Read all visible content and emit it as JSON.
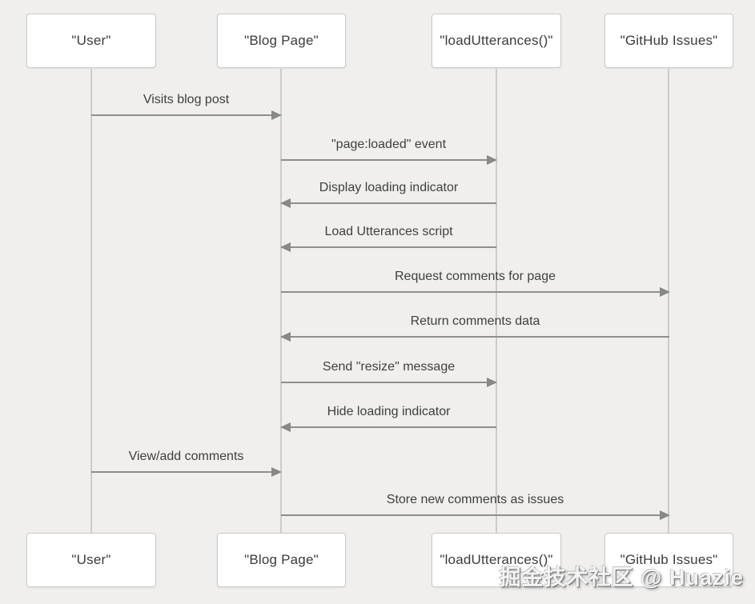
{
  "diagram": {
    "type": "sequence",
    "actors": [
      {
        "id": "user",
        "label": "\"User\""
      },
      {
        "id": "blog-page",
        "label": "\"Blog Page\""
      },
      {
        "id": "load-utterances",
        "label": "\"loadUtterances()\""
      },
      {
        "id": "github-issues",
        "label": "\"GitHub Issues\""
      }
    ],
    "messages": [
      {
        "from": "\"User\"",
        "to": "\"Blog Page\"",
        "direction": "right",
        "label": "Visits blog post"
      },
      {
        "from": "\"Blog Page\"",
        "to": "\"loadUtterances()\"",
        "direction": "right",
        "label": "\"page:loaded\" event"
      },
      {
        "from": "\"loadUtterances()\"",
        "to": "\"Blog Page\"",
        "direction": "left",
        "label": "Display loading indicator"
      },
      {
        "from": "\"loadUtterances()\"",
        "to": "\"Blog Page\"",
        "direction": "left",
        "label": "Load Utterances script"
      },
      {
        "from": "\"Blog Page\"",
        "to": "\"GitHub Issues\"",
        "direction": "right",
        "label": "Request comments for page"
      },
      {
        "from": "\"GitHub Issues\"",
        "to": "\"Blog Page\"",
        "direction": "left",
        "label": "Return comments data"
      },
      {
        "from": "\"Blog Page\"",
        "to": "\"loadUtterances()\"",
        "direction": "right",
        "label": "Send \"resize\" message"
      },
      {
        "from": "\"loadUtterances()\"",
        "to": "\"Blog Page\"",
        "direction": "left",
        "label": "Hide loading indicator"
      },
      {
        "from": "\"User\"",
        "to": "\"Blog Page\"",
        "direction": "right",
        "label": "View/add comments"
      },
      {
        "from": "\"Blog Page\"",
        "to": "\"GitHub Issues\"",
        "direction": "right",
        "label": "Store new comments as issues"
      }
    ]
  },
  "watermark": {
    "text": "掘金技术社区 @ Huazie"
  },
  "colors": {
    "background": "#f0efed",
    "box_fill": "#ffffff",
    "box_border": "#cbcac8",
    "lifeline": "#cdccca",
    "arrow": "#8e8e8e",
    "text": "#3f3f3f"
  }
}
